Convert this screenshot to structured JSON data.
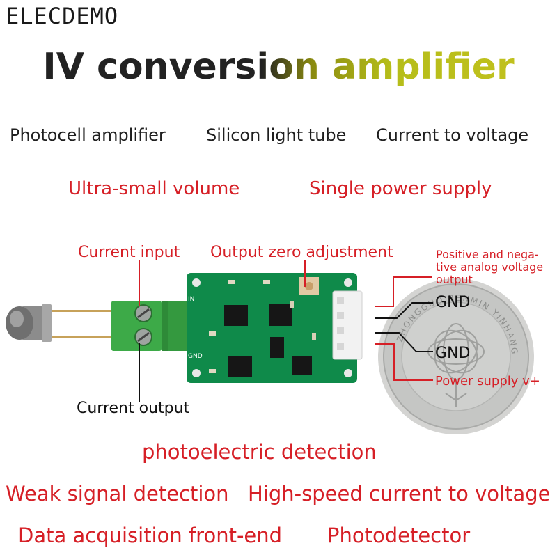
{
  "brand": "ELECDEMO",
  "title": "IV conversion amplifier",
  "features_black": [
    "Photocell amplifier",
    "Silicon light tube",
    "Current to voltage"
  ],
  "features_red": [
    "Ultra-small volume",
    "Single power supply"
  ],
  "labels": {
    "current_input": "Current input",
    "output_zero_adjustment": "Output zero adjustment",
    "pos_neg_output": "Positive and nega- tive analog voltage output",
    "gnd_top": "GND",
    "gnd_bottom": "GND",
    "power_supply": "Power supply v+",
    "current_output": "Current output"
  },
  "applications": [
    "photoelectric detection",
    "Weak signal detection",
    "High-speed current to voltage",
    "Data acquisition front-end",
    "Photodetector"
  ],
  "board_silkscreen": {
    "in": "IN",
    "gnd": "GND"
  },
  "coin_text": "ZHONGGUO RENMIN YINHANG",
  "colors": {
    "red": "#d61f26",
    "pcb_green": "#0f8a4a",
    "terminal_green": "#3daa48"
  }
}
